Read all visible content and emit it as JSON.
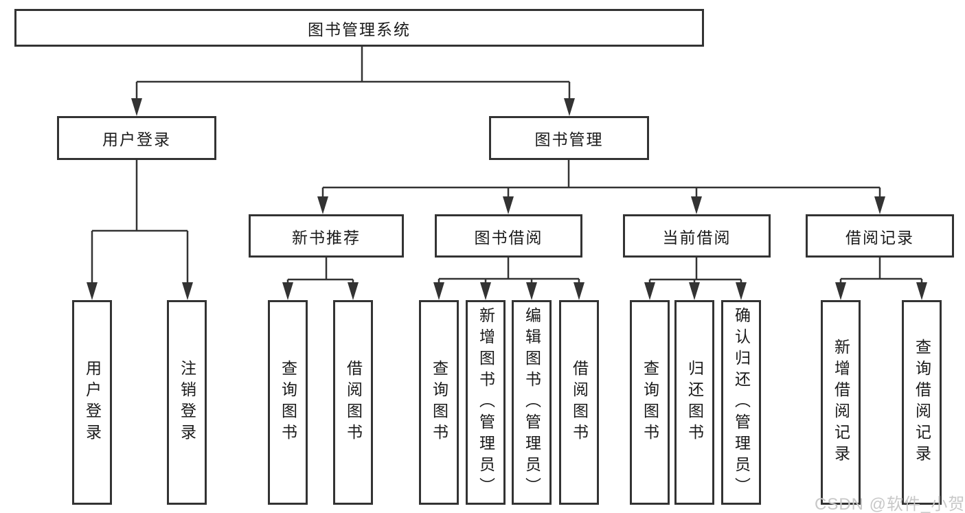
{
  "colors": {
    "background": "#ffffff",
    "line": "#333333",
    "box_border": "#333333",
    "text": "#1a1a1a",
    "watermark": "#c8c8c8"
  },
  "watermark": {
    "text": "CSDN @软件_小贺同学"
  },
  "tree": {
    "label": "图书管理系统",
    "children": [
      {
        "label": "用户登录",
        "children": [
          {
            "label": "用户登录"
          },
          {
            "label": "注销登录"
          }
        ]
      },
      {
        "label": "图书管理",
        "children": [
          {
            "label": "新书推荐",
            "children": [
              {
                "label": "查询图书"
              },
              {
                "label": "借阅图书"
              }
            ]
          },
          {
            "label": "图书借阅",
            "children": [
              {
                "label": "查询图书"
              },
              {
                "label": "新增图书（管理员）"
              },
              {
                "label": "编辑图书（管理员）"
              },
              {
                "label": "借阅图书"
              }
            ]
          },
          {
            "label": "当前借阅",
            "children": [
              {
                "label": "查询图书"
              },
              {
                "label": "归还图书"
              },
              {
                "label": "确认归还（管理员）"
              }
            ]
          },
          {
            "label": "借阅记录",
            "children": [
              {
                "label": "新增借阅记录"
              },
              {
                "label": "查询借阅记录"
              }
            ]
          }
        ]
      }
    ]
  }
}
